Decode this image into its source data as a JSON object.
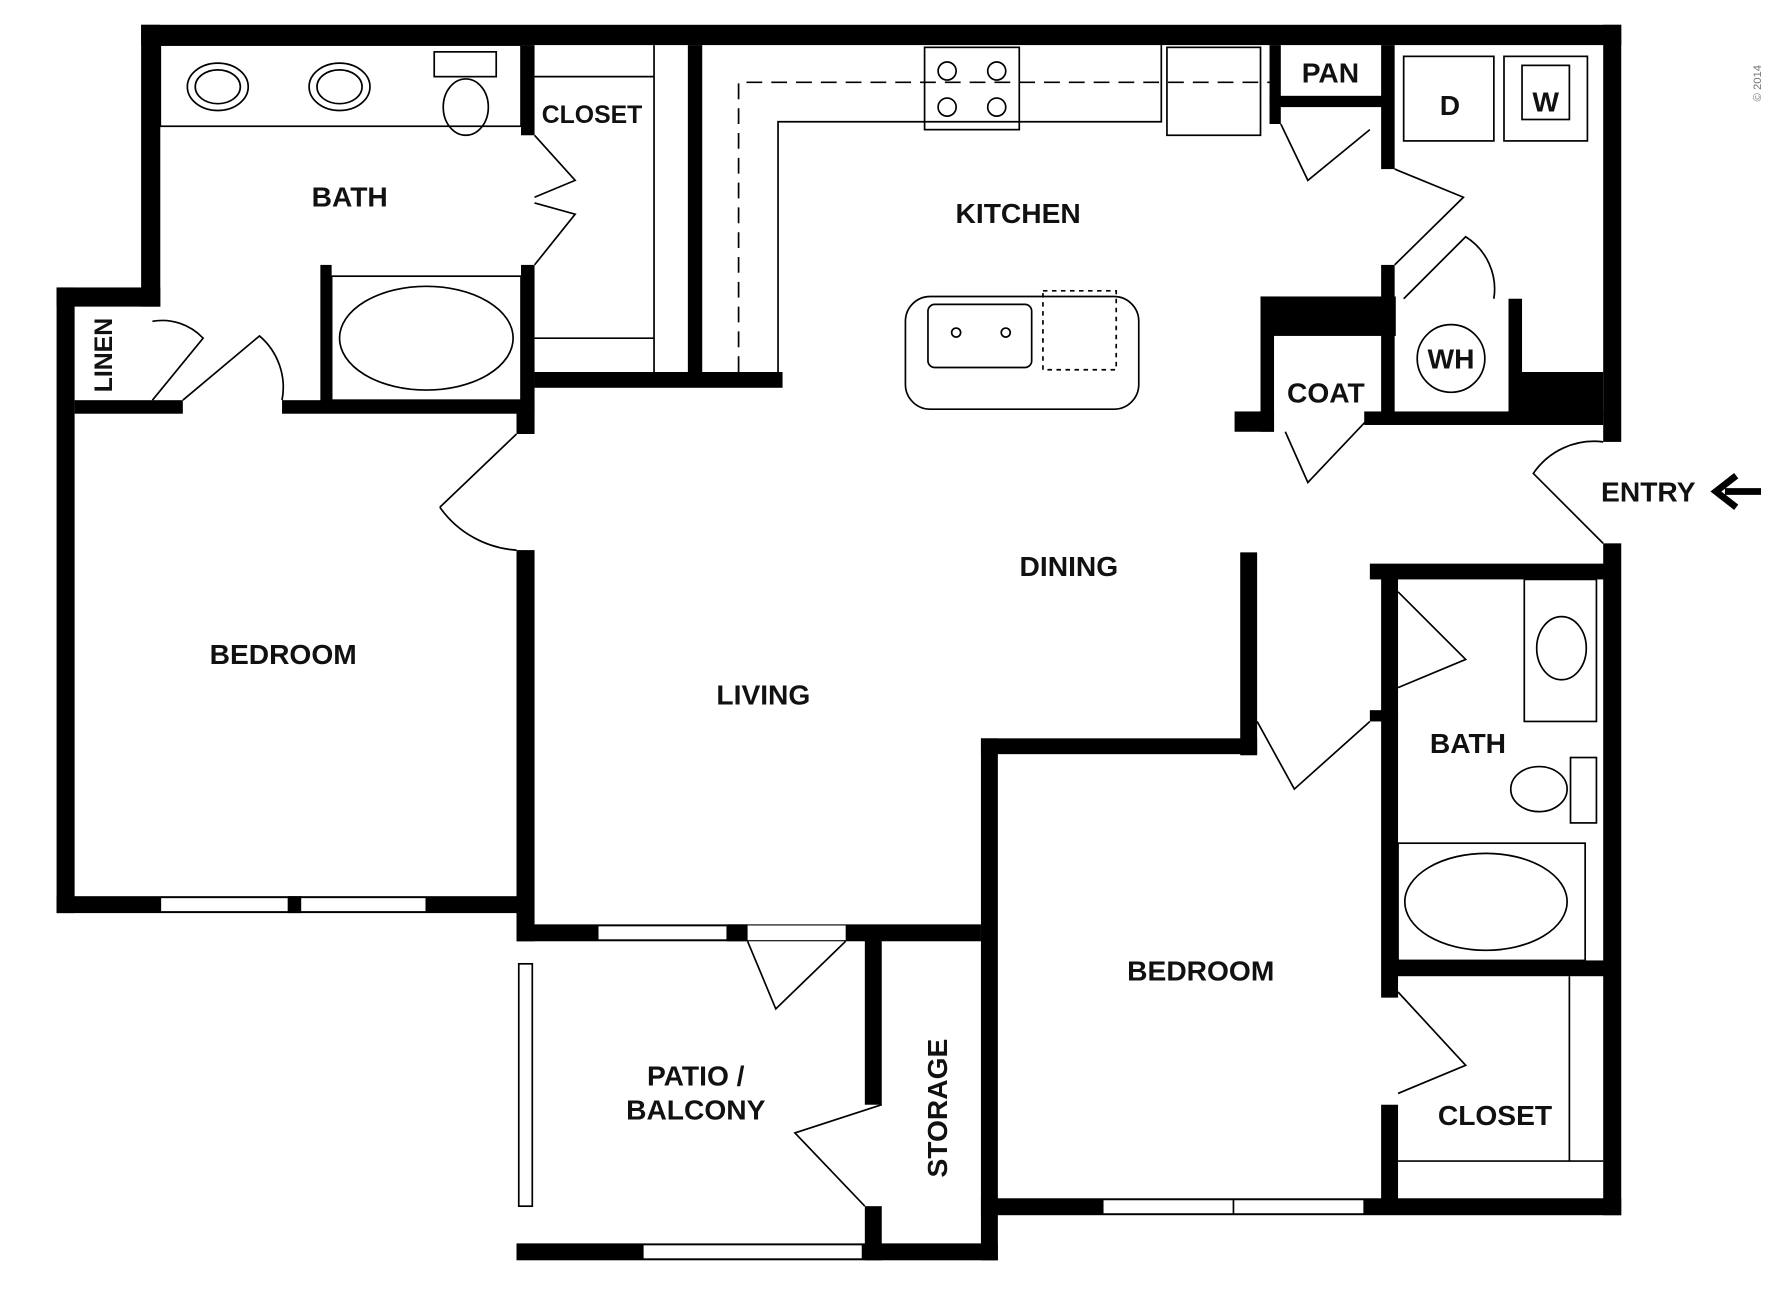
{
  "rooms": {
    "master_bath": "BATH",
    "master_closet": "CLOSET",
    "kitchen": "KITCHEN",
    "pantry": "PAN",
    "dryer": "D",
    "washer": "W",
    "linen": "LINEN",
    "water_heater": "WH",
    "coat": "COAT",
    "entry": "ENTRY",
    "dining": "DINING",
    "master_bedroom": "BEDROOM",
    "living": "LIVING",
    "second_bath": "BATH",
    "second_bedroom": "BEDROOM",
    "patio_line1": "PATIO /",
    "patio_line2": "BALCONY",
    "storage": "STORAGE",
    "second_closet": "CLOSET"
  },
  "entry_arrow_icon": "arrow-left-icon",
  "copyright": "© 2014"
}
